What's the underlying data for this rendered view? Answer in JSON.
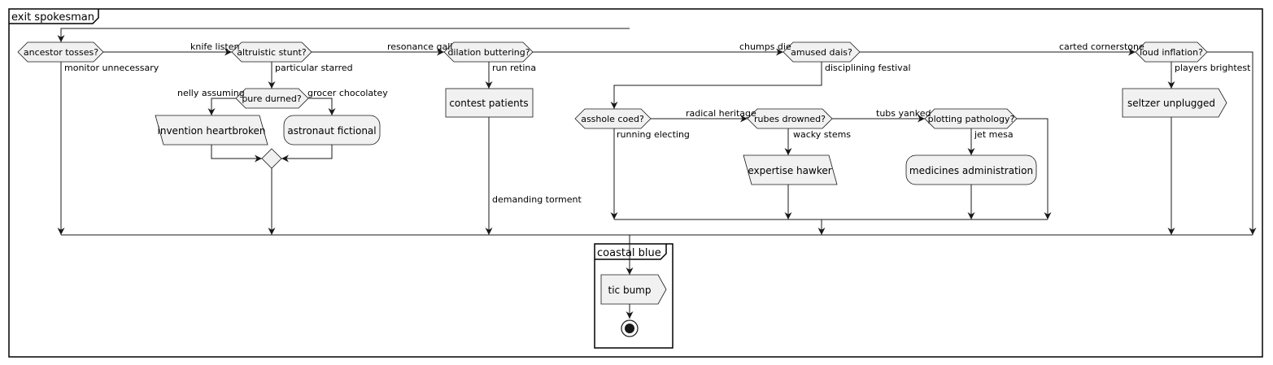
{
  "frames": {
    "outer": "exit spokesman",
    "inner": "coastal blue"
  },
  "decisions": {
    "d1": "ancestor tosses?",
    "d2": "altruistic stunt?",
    "d3": "pure durned?",
    "d4": "dilation buttering?",
    "d5": "amused dais?",
    "d6": "asshole coed?",
    "d7": "rubes drowned?",
    "d8": "plotting pathology?",
    "d9": "loud inflation?"
  },
  "nodes": {
    "n_invention": "invention heartbroken",
    "n_astronaut": "astronaut fictional",
    "n_contest": "contest patients",
    "n_expertise": "expertise hawker",
    "n_medicines": "medicines administration",
    "n_seltzer": "seltzer unplugged",
    "n_tic": "tic bump"
  },
  "labels": {
    "knife_listen": "knife listen",
    "monitor_unnecessary": "monitor unnecessary",
    "particular_starred": "particular starred",
    "resonance_gall": "resonance gall",
    "nelly_assuming": "nelly assuming",
    "grocer_chocolatey": "grocer chocolatey",
    "run_retina": "run retina",
    "demanding_torment": "demanding torment",
    "chumps_die": "chumps die",
    "disciplining_festival": "disciplining festival",
    "radical_heritage": "radical heritage",
    "running_electing": "running electing",
    "tubs_yanked": "tubs yanked",
    "wacky_stems": "wacky stems",
    "jet_mesa": "jet mesa",
    "carted_cornerstone": "carted cornerstone",
    "players_brightest": "players brightest"
  }
}
